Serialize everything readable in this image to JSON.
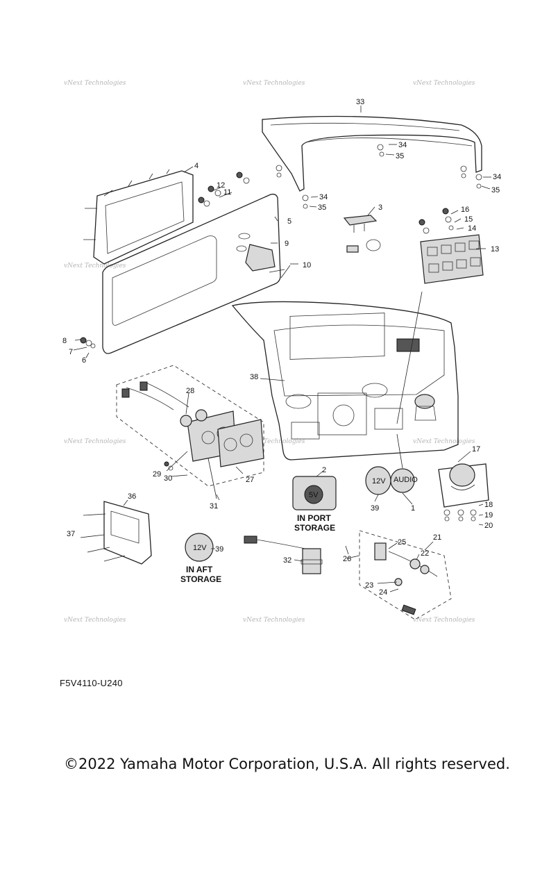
{
  "watermark": {
    "line1": "vNext Technologies",
    "line2": "Technologies"
  },
  "callouts": [
    "1",
    "2",
    "3",
    "4",
    "5",
    "6",
    "7",
    "8",
    "9",
    "10",
    "11",
    "12",
    "13",
    "14",
    "15",
    "16",
    "17",
    "18",
    "19",
    "20",
    "21",
    "22",
    "23",
    "24",
    "25",
    "26",
    "27",
    "28",
    "29",
    "30",
    "31",
    "32",
    "33",
    "34",
    "35",
    "36",
    "37",
    "38",
    "39"
  ],
  "labels": {
    "port_storage_1": "IN PORT",
    "port_storage_2": "STORAGE",
    "aft_storage_1": "IN AFT",
    "aft_storage_2": "STORAGE",
    "socket_5v": "5V",
    "socket_12v": "12V",
    "audio_badge": "AUDIO"
  },
  "diagram_code": "F5V4110-U240",
  "copyright": "©2022 Yamaha Motor Corporation, U.S.A. All rights reserved."
}
